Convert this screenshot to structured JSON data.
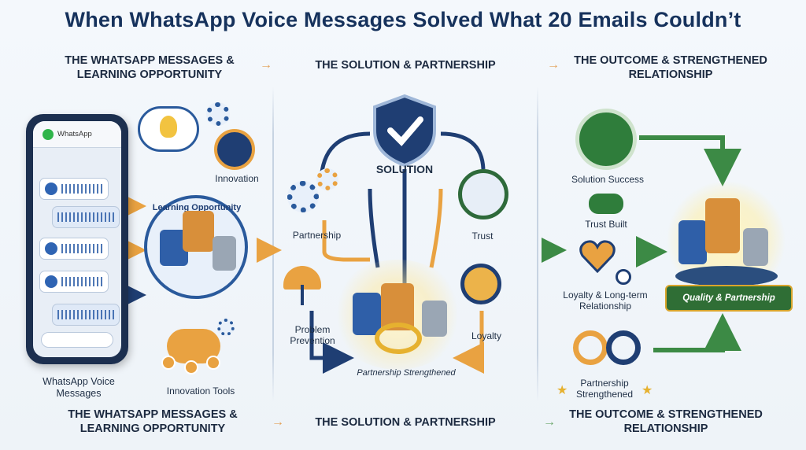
{
  "title": "When WhatsApp Voice Messages Solved What 20 Emails Couldn’t",
  "headers_top": {
    "col1": "THE WHATSAPP MESSAGES & LEARNING OPPORTUNITY",
    "col2": "THE SOLUTION & PARTNERSHIP",
    "col3": "THE OUTCOME & STRENGTHENED RELATIONSHIP"
  },
  "headers_bottom": {
    "col1": "THE WHATSAPP MESSAGES & LEARNING OPPORTUNITY",
    "col2": "THE SOLUTION & PARTNERSHIP",
    "col3": "THE OUTCOME & STRENGTHENED RELATIONSHIP"
  },
  "col1": {
    "phone_app": "WhatsApp",
    "phone_caption": "WhatsApp Voice Messages",
    "innovation": "Innovation",
    "learning": "Learning Opportunity",
    "tools": "Innovation Tools"
  },
  "col2": {
    "solution": "SOLUTION",
    "partnership": "Partnership",
    "trust": "Trust",
    "problem_prevention": "Problem Prevention",
    "loyalty": "Loyalty",
    "partnership_strengthened": "Partnership Strengthened"
  },
  "col3": {
    "solution_success": "Solution Success",
    "trust_built": "Trust Built",
    "loyalty_long_term": "Loyalty & Long-term Relationship",
    "partnership_strengthened": "Partnership Strengthened",
    "banner": "Quality & Partnership"
  },
  "colors": {
    "navy": "#1f3e73",
    "orange": "#e9a241",
    "green": "#2f7d3b",
    "gold": "#e6b12f"
  }
}
